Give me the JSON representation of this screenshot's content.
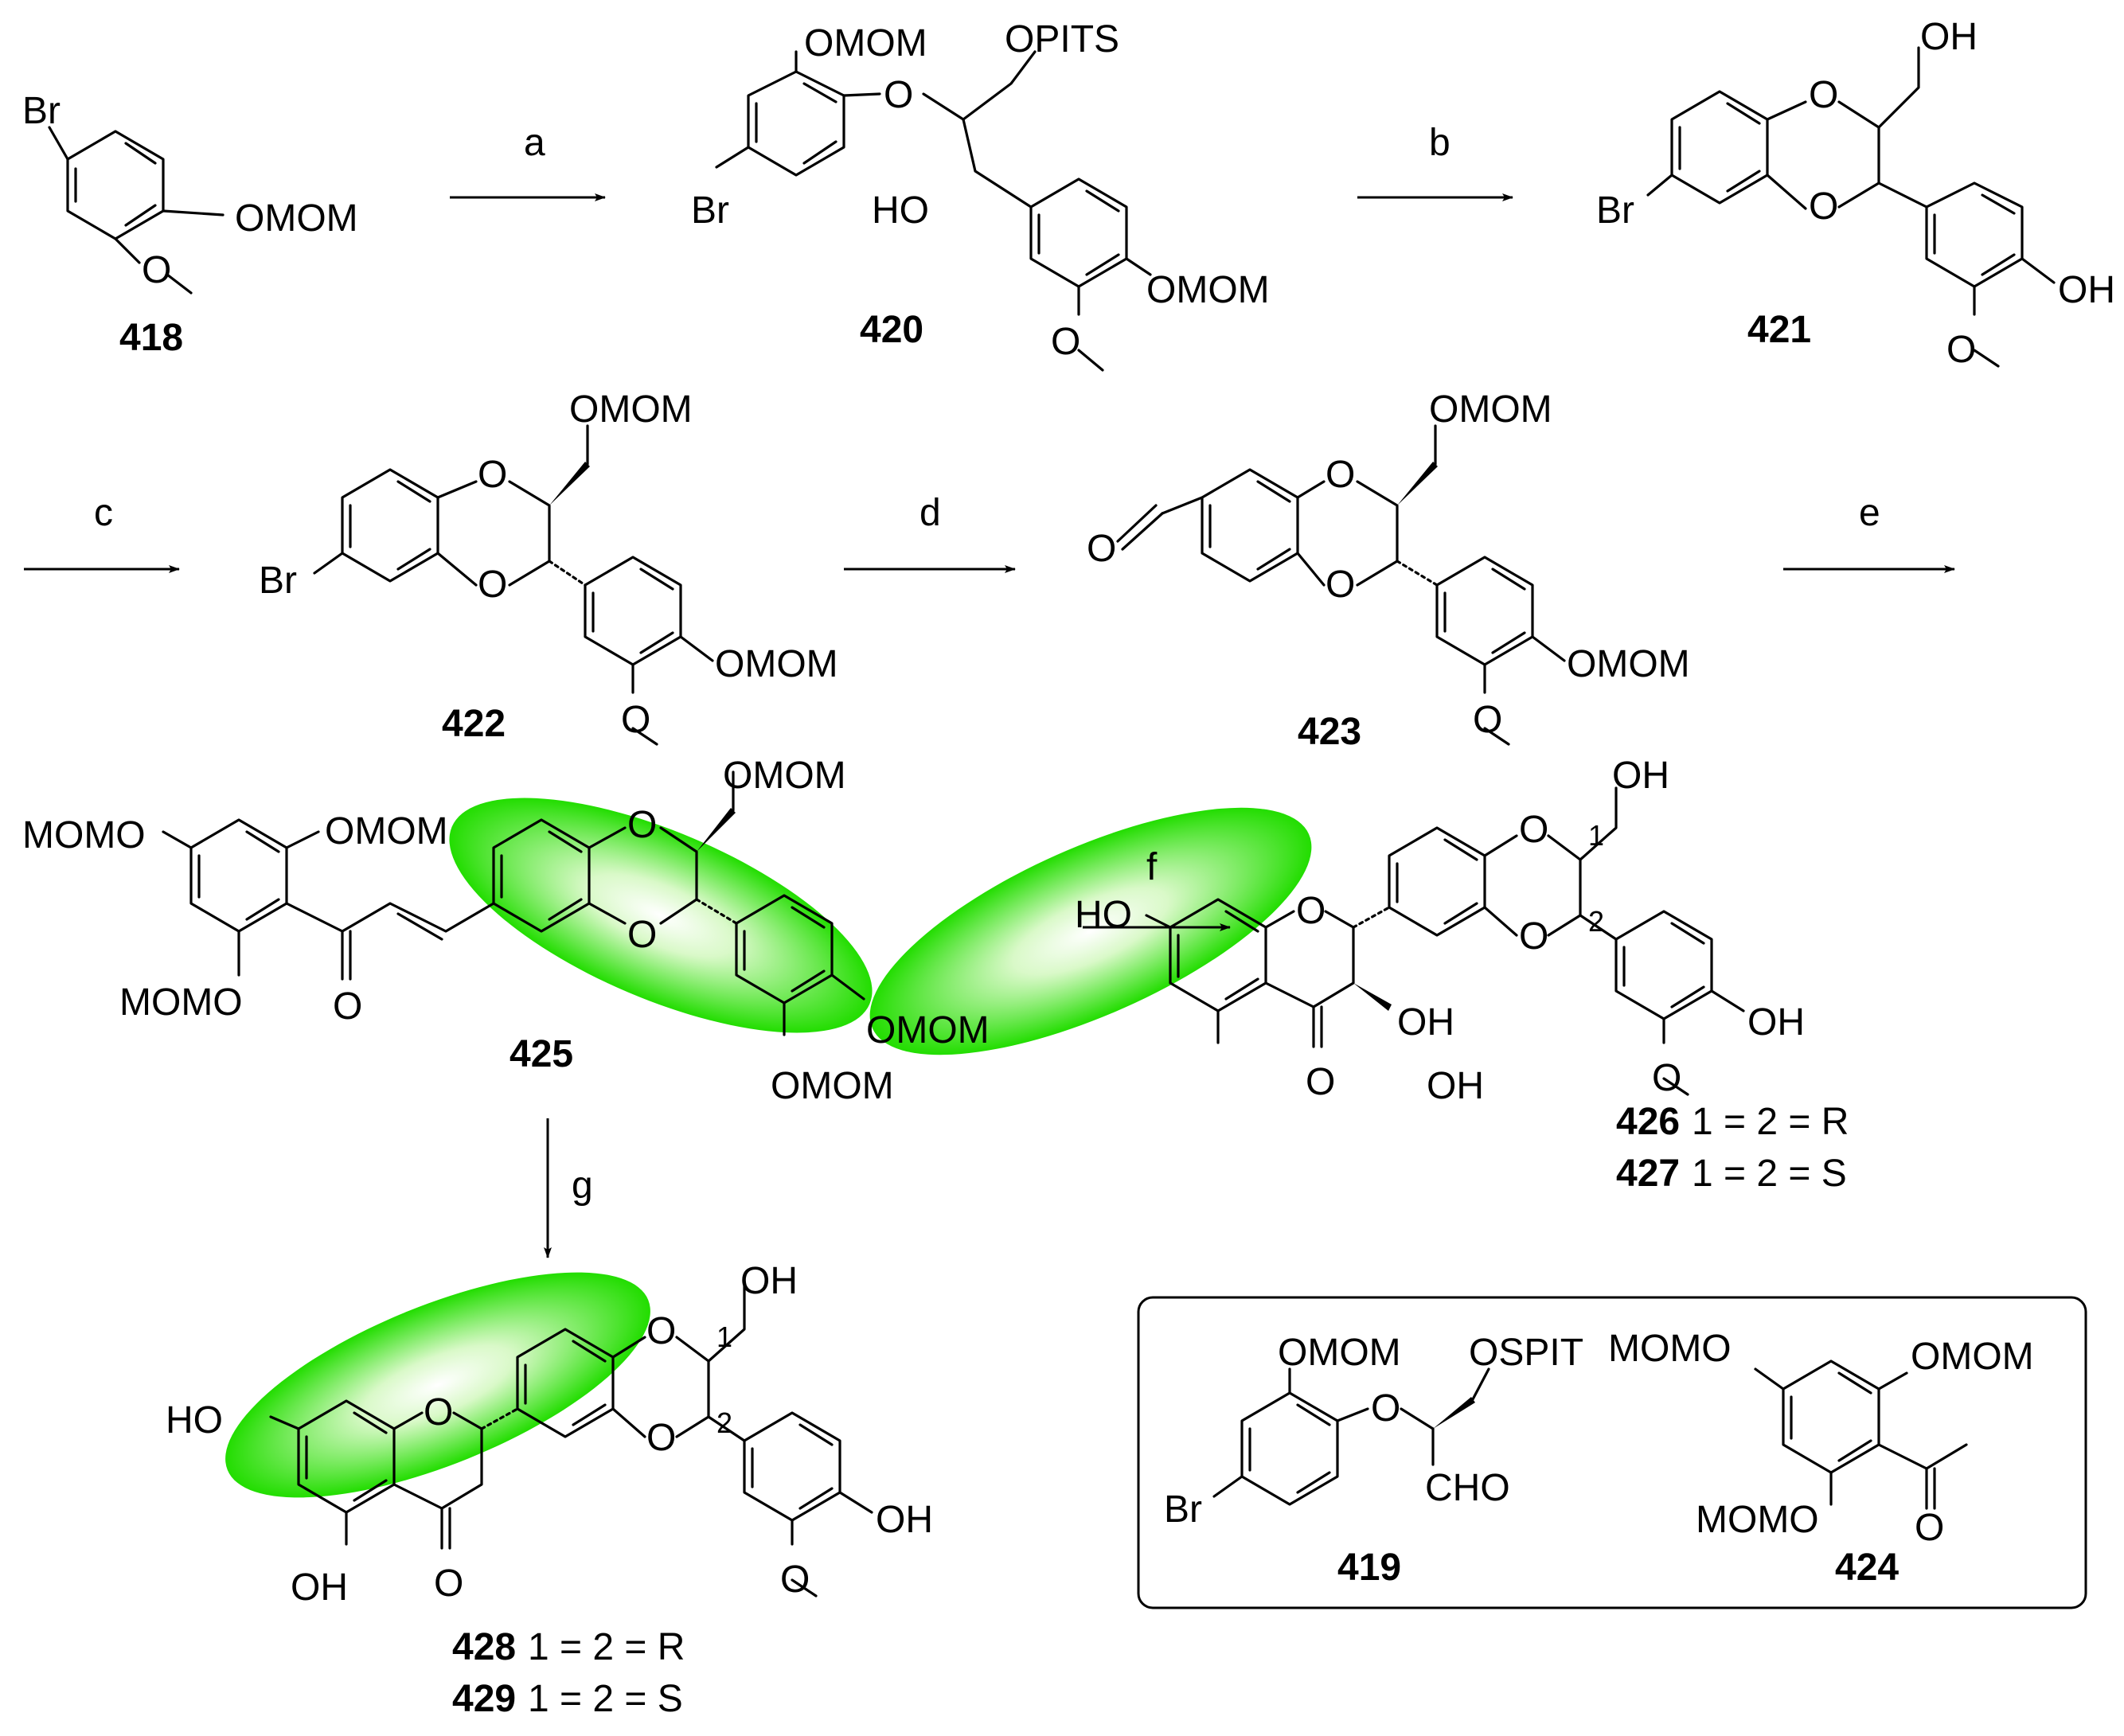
{
  "colors": {
    "highlight": "#22dd00",
    "line": "#000000",
    "background": "#ffffff"
  },
  "compounds": {
    "c418": {
      "number": "418",
      "br": "Br",
      "omom": "OMOM",
      "o_methoxy": "O"
    },
    "c420": {
      "number": "420",
      "omom_top": "OMOM",
      "opits": "OPITS",
      "o_ether": "O",
      "br": "Br",
      "ho": "HO",
      "omom_aryl": "OMOM",
      "o_methoxy": "O"
    },
    "c421": {
      "number": "421",
      "oh_top": "OH",
      "o_ring_top": "O",
      "o_ring_bottom": "O",
      "br": "Br",
      "oh_aryl": "OH",
      "o_methoxy": "O"
    },
    "c422": {
      "number": "422",
      "omom_top": "OMOM",
      "o_ring_top": "O",
      "o_ring_bottom": "O",
      "br": "Br",
      "omom_aryl": "OMOM",
      "o_methoxy": "O"
    },
    "c423": {
      "number": "423",
      "omom_top": "OMOM",
      "o_ring_top": "O",
      "o_ring_bottom": "O",
      "o_aldehyde": "O",
      "omom_aryl": "OMOM",
      "o_methoxy": "O"
    },
    "c425": {
      "number": "425",
      "omom_top": "OMOM",
      "momo_left": "MOMO",
      "omom_ortho": "OMOM",
      "momo_bottom": "MOMO",
      "o_ketone": "O",
      "o_ring_top": "O",
      "o_ring_bottom": "O",
      "omom_aryl_para": "OMOM",
      "omom_aryl_meta": "OMOM"
    },
    "c426_427": {
      "label1_number": "426",
      "label1_text": "1 = 2 = R",
      "label2_number": "427",
      "label2_text": "1 = 2 = S",
      "oh_top": "OH",
      "ho_left": "HO",
      "oh_bottom": "OH",
      "oh_3": "OH",
      "o_ketone": "O",
      "o_chroman": "O",
      "o_ring_top": "O",
      "o_ring_bottom": "O",
      "oh_aryl": "OH",
      "o_methoxy": "O",
      "stereo_1": "1",
      "stereo_2": "2"
    },
    "c428_429": {
      "label1_number": "428",
      "label1_text": "1 = 2 = R",
      "label2_number": "429",
      "label2_text": "1 = 2 = S",
      "oh_top": "OH",
      "ho_left": "HO",
      "oh_bottom": "OH",
      "o_ketone": "O",
      "o_chroman": "O",
      "o_ring_top": "O",
      "o_ring_bottom": "O",
      "oh_aryl": "OH",
      "o_methoxy": "O",
      "stereo_1": "1",
      "stereo_2": "2"
    },
    "c419": {
      "number": "419",
      "omom": "OMOM",
      "ospit": "OSPIT",
      "o_ether": "O",
      "br": "Br",
      "cho": "CHO"
    },
    "c424": {
      "number": "424",
      "momo_top": "MOMO",
      "omom_right": "OMOM",
      "momo_bottom": "MOMO",
      "o_ketone": "O"
    }
  },
  "arrows": {
    "a": "a",
    "b": "b",
    "c": "c",
    "d": "d",
    "e": "e",
    "f": "f",
    "g": "g"
  }
}
